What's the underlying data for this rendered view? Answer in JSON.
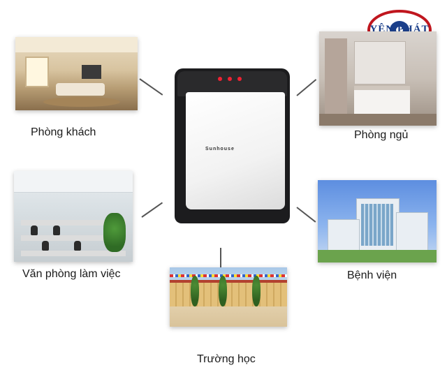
{
  "logo": {
    "text": "YÊN PHÁT"
  },
  "product": {
    "brand_mark": "Sunhouse"
  },
  "applications": [
    {
      "label": "Phòng khách"
    },
    {
      "label": "Phòng ngủ"
    },
    {
      "label": "Văn phòng làm việc"
    },
    {
      "label": "Bệnh viện"
    },
    {
      "label": "Trường học"
    }
  ]
}
